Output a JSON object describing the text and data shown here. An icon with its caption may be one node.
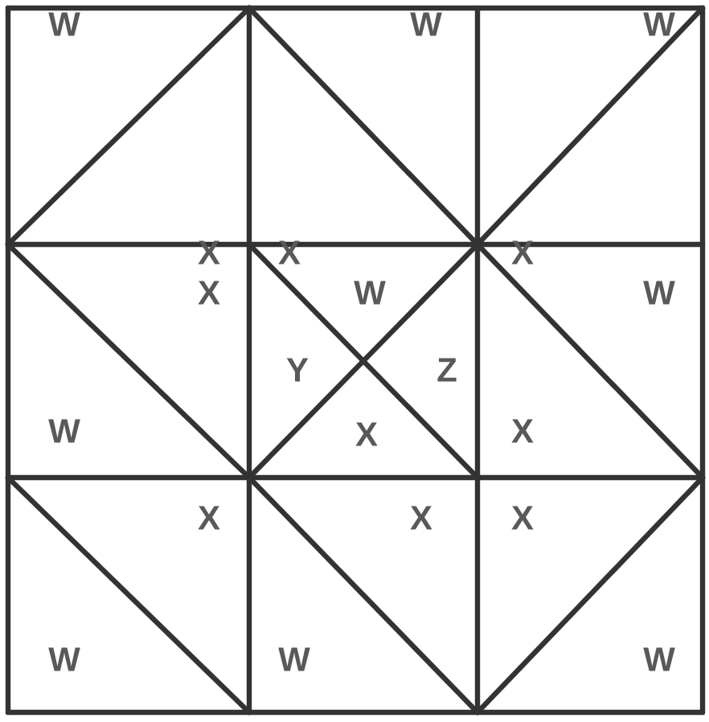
{
  "diagram": {
    "labels": [
      "W",
      "X",
      "W",
      "X",
      "W",
      "X",
      "X",
      "W",
      "W",
      "Y",
      "Z",
      "X",
      "W",
      "X",
      "X",
      "W",
      "X",
      "W",
      "X",
      "W"
    ]
  }
}
